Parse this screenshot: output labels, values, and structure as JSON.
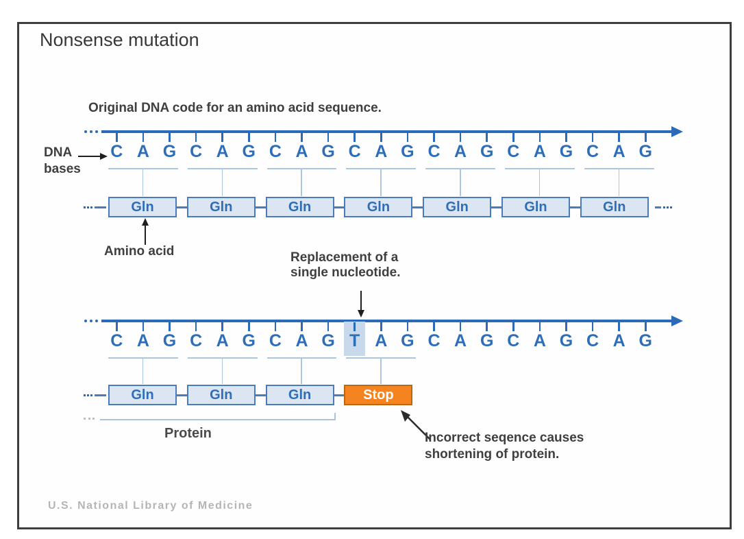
{
  "window": {
    "title": "Nonsense mutation",
    "footer": "U.S. National Library of Medicine"
  },
  "colors": {
    "strand_blue": "#2b6ab8",
    "base_letter_blue": "#2e6db8",
    "connector_light_blue": "#a9c6e3",
    "amino_box_fill": "#dce6f2",
    "amino_box_border": "#4a7cbb",
    "stop_box_fill": "#f5831f",
    "stop_box_border": "#bd6610",
    "mutation_highlight": "#c8d9ec",
    "bracket_gray_blue": "#aec2d8",
    "label_ink": "#3f3f3f",
    "footer_gray": "#b5b5b5"
  },
  "original": {
    "caption": "Original DNA code for an amino acid sequence.",
    "dna_bases_label_lines": [
      "DNA",
      "bases"
    ],
    "codons": [
      "CAG",
      "CAG",
      "CAG",
      "CAG",
      "CAG",
      "CAG",
      "CAG"
    ],
    "amino_acids": [
      "Gln",
      "Gln",
      "Gln",
      "Gln",
      "Gln",
      "Gln",
      "Gln"
    ],
    "amino_acid_label": "Amino acid"
  },
  "mutated": {
    "annotation_lines": [
      "Replacement of a",
      "single nucleotide."
    ],
    "codons": [
      "CAG",
      "CAG",
      "CAG",
      "TAG",
      "CAG",
      "CAG",
      "CAG"
    ],
    "highlighted_base": {
      "codon_index": 3,
      "base_index": 0,
      "base": "T"
    },
    "translated_codon_count": 4,
    "amino_acids": [
      "Gln",
      "Gln",
      "Gln"
    ],
    "stop_label": "Stop",
    "protein_label": "Protein",
    "note_lines": [
      "Incorrect seqence causes",
      "shortening of protein."
    ]
  }
}
